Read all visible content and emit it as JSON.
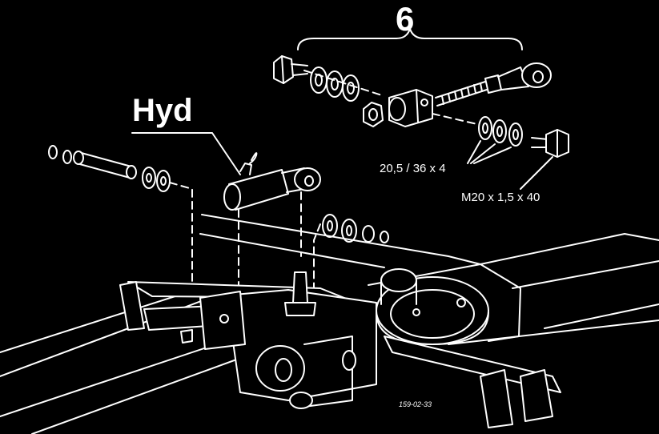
{
  "labels": {
    "group_number": "6",
    "hyd": "Hyd",
    "washer_spec": "20,5 / 36 x 4",
    "bolt_spec": "M20 x 1,5 x 40",
    "figure_code": "159-02-33"
  },
  "colors": {
    "background": "#000000",
    "line": "#ffffff"
  }
}
